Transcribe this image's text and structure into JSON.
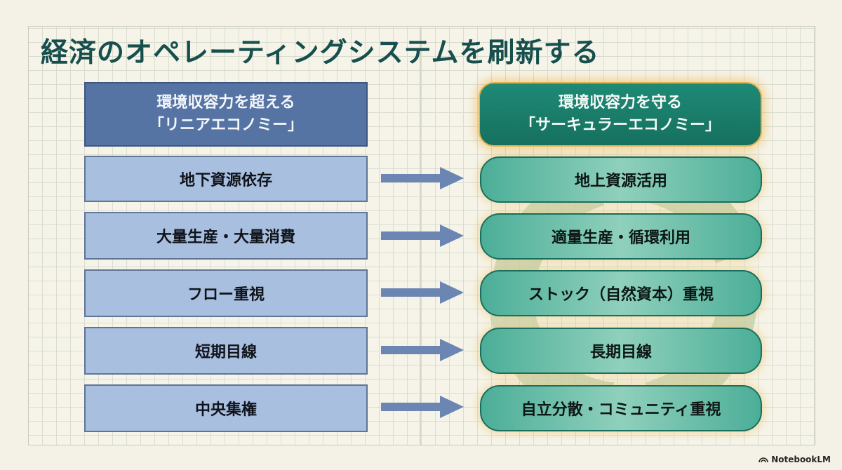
{
  "title": "経済のオペレーティングシステムを刷新する",
  "linear": {
    "header_line1": "環境収容力を超える",
    "header_line2": "「リニアエコノミー」",
    "items": [
      "地下資源依存",
      "大量生産・大量消費",
      "フロー重視",
      "短期目線",
      "中央集権"
    ]
  },
  "circular": {
    "header_line1": "環境収容力を守る",
    "header_line2": "「サーキュラーエコノミー」",
    "items": [
      "地上資源活用",
      "適量生産・循環利用",
      "ストック（自然資本）重視",
      "長期目線",
      "自立分散・コミュニティ重視"
    ]
  },
  "brand": "NotebookLM",
  "colors": {
    "title": "#164f4d",
    "linear_header": "#5674a3",
    "linear_box": "#a8bfe0",
    "circular_header": "#16705f",
    "circular_box": "#6fc2ab",
    "arrow": "#6b86b3",
    "glow": "#e1b24e"
  },
  "icons": [
    "arrow-right-icon",
    "recycle-watermark-icon",
    "notebooklm-logo-icon"
  ]
}
